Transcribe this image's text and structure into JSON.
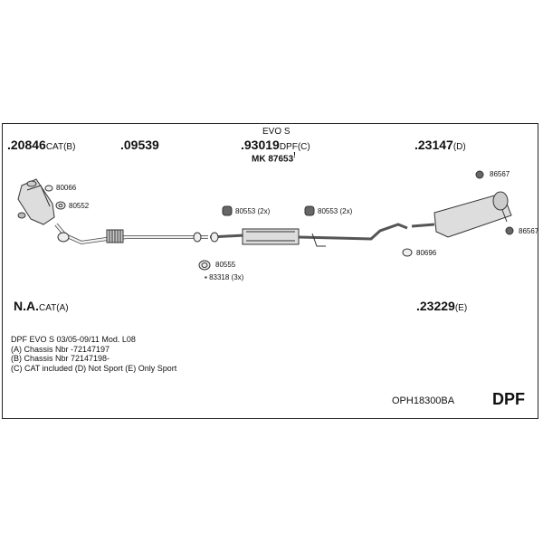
{
  "parts": {
    "p20846": {
      "number": ".20846",
      "suffix": "CAT(B)"
    },
    "p09539": {
      "number": ".09539"
    },
    "p93019": {
      "number": ".93019",
      "suffix": "DPF(C)",
      "label": "EVO S"
    },
    "mk": {
      "text": "MK  87653",
      "sup": "!"
    },
    "p23147": {
      "number": ".23147",
      "suffix": "(D)"
    },
    "na": {
      "number": "N.A.",
      "suffix": "CAT(A)"
    },
    "p23229": {
      "number": ".23229",
      "suffix": "(E)"
    }
  },
  "small_parts": {
    "s80066": "80066",
    "s80552": "80552",
    "s80553a": "80553 (2x)",
    "s80553b": "80553 (2x)",
    "s86567a": "86567",
    "s86567b": "86567",
    "s80555": "80555",
    "s83318": "83318 (3x)",
    "s80696": "80696"
  },
  "notes": [
    "DPF EVO S   03/05-09/11   Mod. L08",
    "(A) Chassis Nbr -72147197",
    "(B) Chassis Nbr 72147198-",
    "(C) CAT included (D) Not Sport (E) Only Sport"
  ],
  "footer": {
    "code": "OPH18300BA",
    "type": "DPF"
  }
}
